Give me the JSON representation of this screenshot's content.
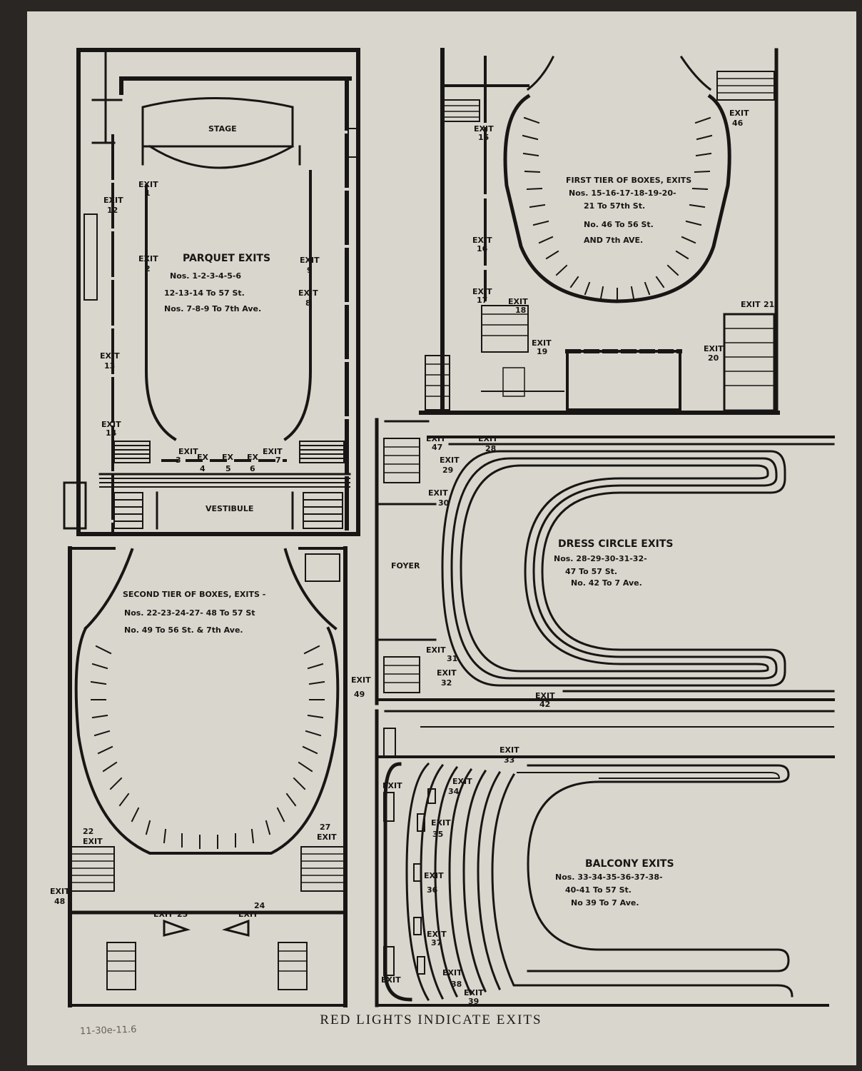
{
  "caption": "RED LIGHTS INDICATE EXITS",
  "pencil_note": "11-30e-11.6",
  "parquet": {
    "stage": "STAGE",
    "vestibule": "VESTIBULE",
    "title": "PARQUET EXITS",
    "line1": "Nos. 1-2-3-4-5-6",
    "line2": "12-13-14 To 57 St.",
    "line3": "Nos. 7-8-9 To 7th Ave.",
    "exit_word": "EXIT",
    "ex_word": "EX",
    "n1": "1",
    "n2": "2",
    "n3": "3",
    "n4": "4",
    "n5": "5",
    "n6": "6",
    "n7": "7",
    "n8": "8",
    "n9": "9",
    "n12": "12",
    "n13": "13",
    "n14": "14"
  },
  "first_tier": {
    "line1": "FIRST TIER OF BOXES, EXITS",
    "line2": "Nos. 15-16-17-18-19-20-",
    "line3": "21 To 57th St.",
    "line4": "No. 46 To 56 St.",
    "line5": "AND 7th AVE.",
    "exit_word": "EXIT",
    "n15": "15",
    "n16": "16",
    "n17": "17",
    "n18": "18",
    "n19": "19",
    "n20": "20",
    "n21": "21",
    "n46": "46"
  },
  "second_tier": {
    "line1": "SECOND TIER OF BOXES, EXITS -",
    "line2": "Nos. 22-23-24-27- 48 To 57 St",
    "line3": "No. 49 To 56 St. & 7th Ave.",
    "exit_word": "EXIT",
    "n22": "22",
    "n23": "23",
    "n24": "24",
    "n27": "27",
    "n48": "48",
    "n49": "49"
  },
  "dress_circle": {
    "foyer": "FOYER",
    "title": "DRESS CIRCLE EXITS",
    "line1": "Nos. 28-29-30-31-32-",
    "line2": "47 To 57 St.",
    "line3": "No. 42 To 7 Ave.",
    "exit_word": "EXIT",
    "n28": "28",
    "n29": "29",
    "n30": "30",
    "n31": "31",
    "n32": "32",
    "n42": "42",
    "n47": "47"
  },
  "balcony": {
    "title": "BALCONY EXITS",
    "line1": "Nos. 33-34-35-36-37-38-",
    "line2": "40-41 To 57 St.",
    "line3": "No 39 To 7 Ave.",
    "exit_word": "EXIT",
    "n33": "33",
    "n34": "34",
    "n35": "35",
    "n36": "36",
    "n37": "37",
    "n38": "38",
    "n39": "39"
  }
}
